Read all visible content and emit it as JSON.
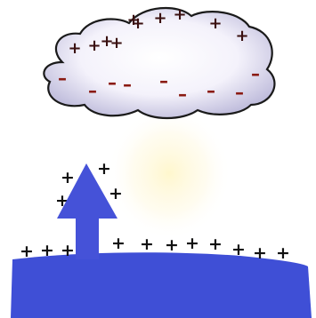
{
  "colors": {
    "background": "#ffffff",
    "cloud_fill": "#f4f2fb",
    "cloud_shade": "#b9b6d8",
    "cloud_outline": "#1a1a1a",
    "positive_charge": "#3a1010",
    "negative_charge": "#8a1a12",
    "ground_charge": "#111111",
    "ground": "#3f4fd6",
    "arrow": "#4552d8",
    "glow": "#fff6c8"
  },
  "symbols": {
    "positive": "+",
    "negative": "–"
  },
  "cloud": {
    "positive_count": 10,
    "negative_count": 9
  },
  "ground": {
    "positive_count": 15
  },
  "arrow": {
    "direction": "up",
    "icon": "upward-arrow-icon"
  },
  "glow": {
    "icon": "faint-glow-icon"
  }
}
